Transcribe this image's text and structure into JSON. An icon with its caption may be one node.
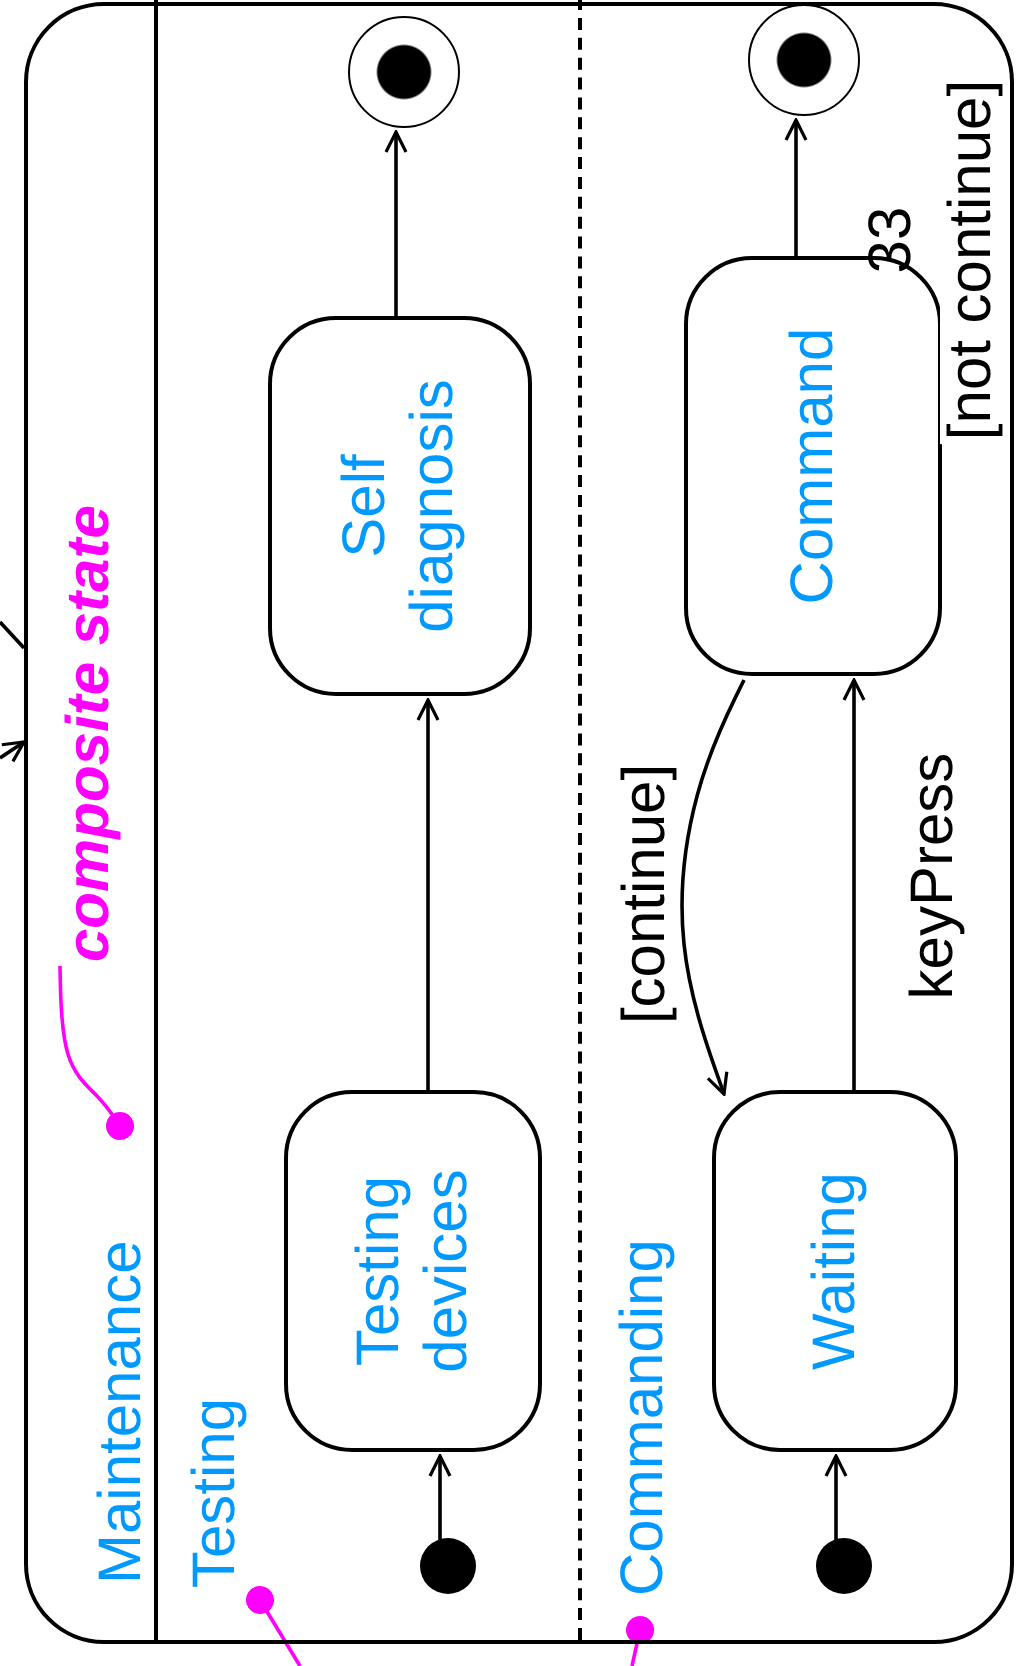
{
  "diagram": {
    "nodes": [
      {
        "text": [
          "Maintenance"
        ]
      },
      {
        "text": [
          "Testing"
        ],
        "in": 0
      },
      {
        "text": [
          "Commanding"
        ],
        "in": 0
      },
      {
        "text": [],
        "shape": "dot",
        "in": 1
      },
      {
        "text": [
          "Testing devices"
        ],
        "in": 1
      },
      {
        "text": [
          "Self diagnosis"
        ],
        "in": 1
      },
      {
        "text": [],
        "shape": "bullseye",
        "in": 1
      },
      {
        "text": [],
        "shape": "dot",
        "in": 2
      },
      {
        "text": [
          "Waiting"
        ],
        "in": 2
      },
      {
        "text": [
          "Command"
        ],
        "in": 2
      },
      {
        "text": [],
        "shape": "bullseye",
        "in": 2
      },
      {
        "text": [
          "composite state"
        ],
        "in": 0
      }
    ],
    "edges": [
      {
        "from": 3,
        "to": 4,
        "arrow": "to"
      },
      {
        "from": 4,
        "to": 5,
        "arrow": "to"
      },
      {
        "from": 5,
        "to": 6,
        "arrow": "to"
      },
      {
        "from": 7,
        "to": 8,
        "arrow": "to"
      },
      {
        "from": 8,
        "to": 9,
        "arrow": "to",
        "label": "keyPress"
      },
      {
        "from": 9,
        "to": 8,
        "arrow": "to",
        "label": "[continue]"
      },
      {
        "from": 9,
        "to": 10,
        "arrow": "to",
        "label": "[not continue]"
      },
      {
        "from": 11,
        "to": 0,
        "arrow": "other",
        "color": "#ff00ff"
      },
      {
        "from": null,
        "to": 1,
        "arrow": "other",
        "color": "#ff00ff"
      },
      {
        "from": null,
        "to": 2,
        "arrow": "other",
        "color": "#ff00ff"
      },
      {
        "from": null,
        "to": 0,
        "arrow": "to"
      },
      {
        "from": null,
        "to": 0,
        "arrow": "none"
      }
    ],
    "labels": [
      "33"
    ]
  }
}
